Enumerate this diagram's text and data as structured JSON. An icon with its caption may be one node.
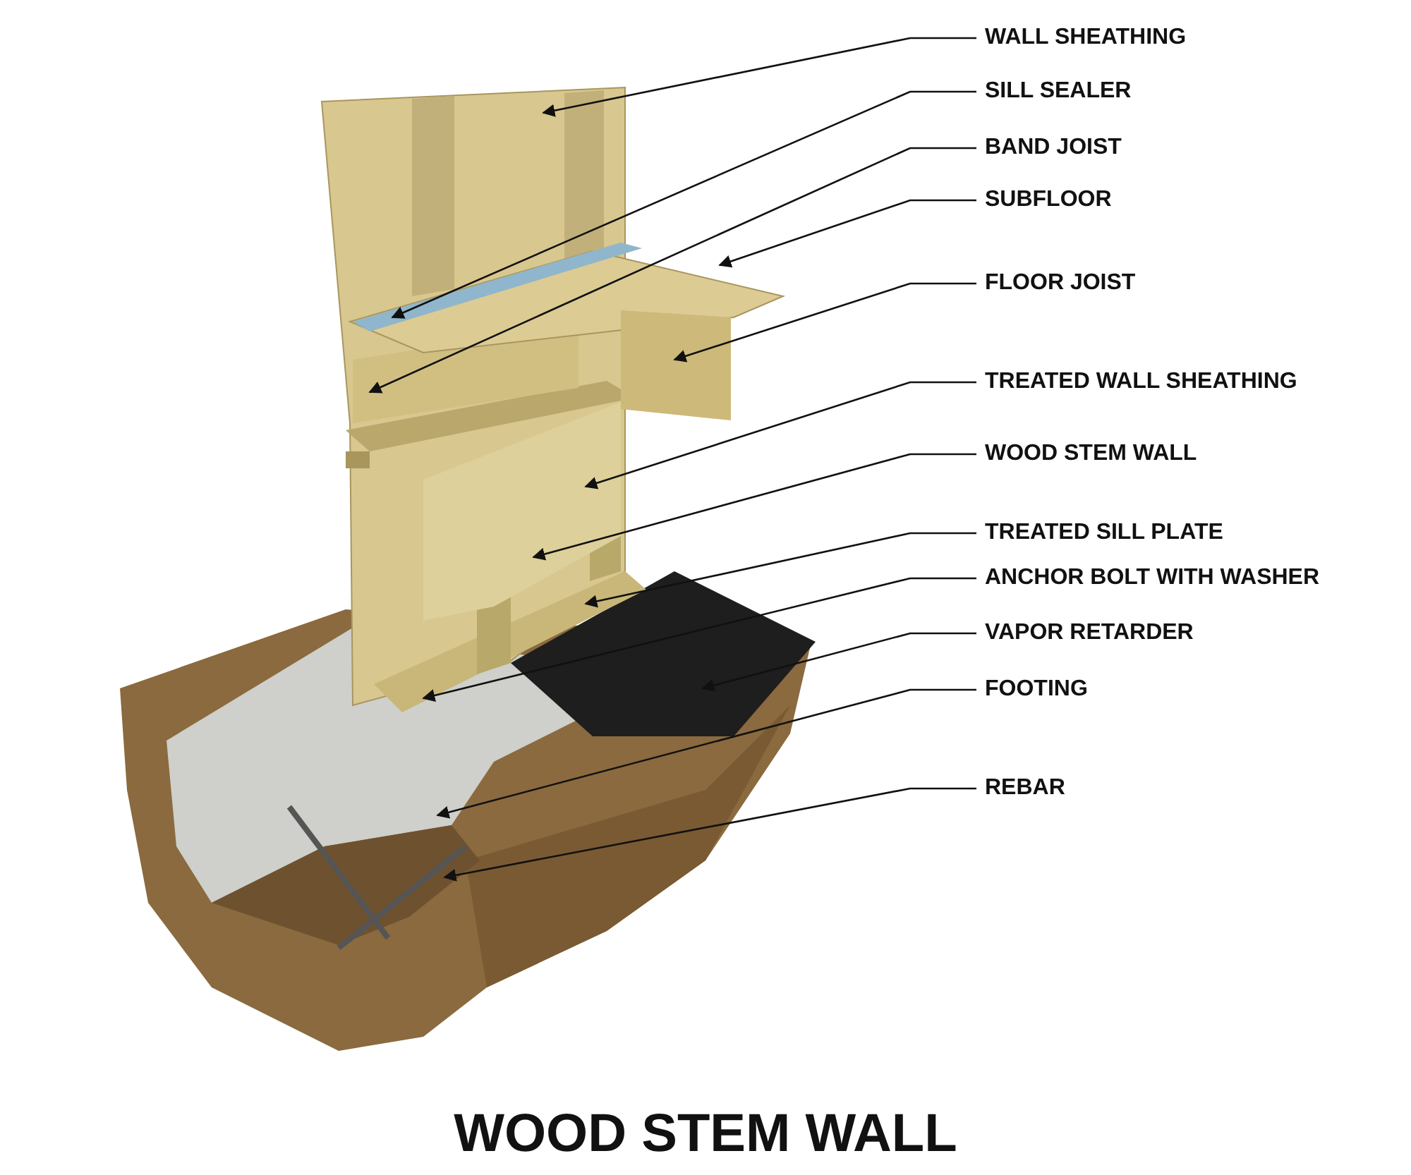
{
  "diagram": {
    "title": "WOOD STEM WALL",
    "nodes": [
      {
        "text": [
          "WALL SHEATHING"
        ]
      },
      {
        "text": [
          "SILL SEALER"
        ]
      },
      {
        "text": [
          "BAND JOIST"
        ]
      },
      {
        "text": [
          "SUBFLOOR"
        ]
      },
      {
        "text": [
          "FLOOR JOIST"
        ]
      },
      {
        "text": [
          "TREATED WALL SHEATHING"
        ]
      },
      {
        "text": [
          "WOOD STEM WALL"
        ]
      },
      {
        "text": [
          "TREATED SILL PLATE"
        ]
      },
      {
        "text": [
          "ANCHOR BOLT WITH WASHER"
        ]
      },
      {
        "text": [
          "VAPOR RETARDER"
        ]
      },
      {
        "text": [
          "FOOTING"
        ]
      },
      {
        "text": [
          "REBAR"
        ]
      }
    ],
    "edges": [
      {
        "from": 0,
        "to": null,
        "arrow": "to"
      },
      {
        "from": 1,
        "to": null,
        "arrow": "to"
      },
      {
        "from": 2,
        "to": null,
        "arrow": "to"
      },
      {
        "from": 3,
        "to": null,
        "arrow": "to"
      },
      {
        "from": 4,
        "to": null,
        "arrow": "to"
      },
      {
        "from": 5,
        "to": null,
        "arrow": "to"
      },
      {
        "from": 6,
        "to": null,
        "arrow": "to"
      },
      {
        "from": 7,
        "to": null,
        "arrow": "to"
      },
      {
        "from": 8,
        "to": null,
        "arrow": "to"
      },
      {
        "from": 9,
        "to": null,
        "arrow": "to"
      },
      {
        "from": 10,
        "to": null,
        "arrow": "to"
      },
      {
        "from": 11,
        "to": null,
        "arrow": "to"
      }
    ]
  }
}
